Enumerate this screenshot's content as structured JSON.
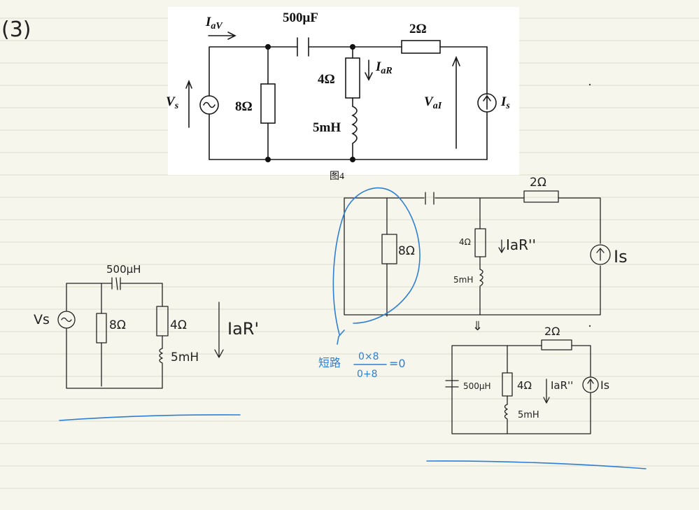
{
  "page": {
    "problem_number": "(3)",
    "ruled_line_color": "#dcdcd0",
    "background": "#f7f6ec",
    "ink_blue": "#2d7fd6"
  },
  "printed_figure": {
    "current_label": "I",
    "current_sub": "aV",
    "capacitor": "500μF",
    "resistor_2": "2Ω",
    "resistor_4": "4Ω",
    "resistor_8": "8Ω",
    "inductor": "5mH",
    "branch_current": "I",
    "branch_current_sub": "aR",
    "source_v": "V",
    "source_v_sub": "s",
    "voltage_label": "V",
    "voltage_sub": "aI",
    "source_i": "I",
    "source_i_sub": "s",
    "caption": "图4"
  },
  "sketch_left": {
    "capacitor": "500μH",
    "source": "Vs",
    "resistor_8": "8Ω",
    "resistor_4": "4Ω",
    "inductor": "5mH",
    "current": "IaR'"
  },
  "sketch_right_top": {
    "resistor_2": "2Ω",
    "resistor_8": "8Ω",
    "resistor_4": "4Ω",
    "current": "IaR''",
    "inductor": "5mH",
    "source": "Is"
  },
  "sketch_right_bottom": {
    "resistor_2": "2Ω",
    "capacitor": "500μH",
    "resistor_4": "4Ω",
    "current": "IaR''",
    "inductor": "5mH",
    "source": "Is"
  },
  "blue_note": {
    "prefix": "短路",
    "numerator": "0×8",
    "denominator": "0+8",
    "result": "=0"
  },
  "arrow_down": "⇓"
}
